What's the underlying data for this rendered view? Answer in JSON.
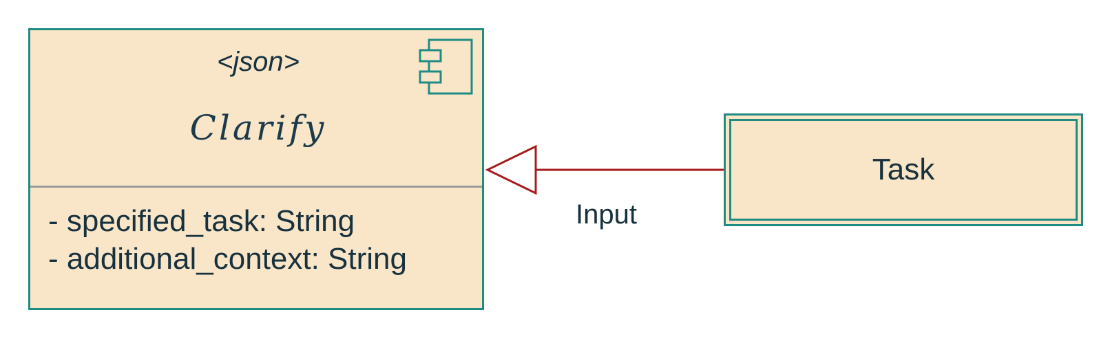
{
  "class_node": {
    "stereotype": "<json>",
    "name": "Clarify",
    "attributes": [
      "- specified_task: String",
      "- additional_context: String"
    ],
    "icon": "uml-component-icon"
  },
  "task_node": {
    "label": "Task"
  },
  "edge": {
    "label": "Input",
    "arrow": "hollow-triangle",
    "from": "Task",
    "to": "Clarify"
  },
  "colors": {
    "fill": "#f9e5c7",
    "border": "#1f8c84",
    "edge": "#a61c1c",
    "divider": "#9a9a9a",
    "text": "#17313e"
  }
}
